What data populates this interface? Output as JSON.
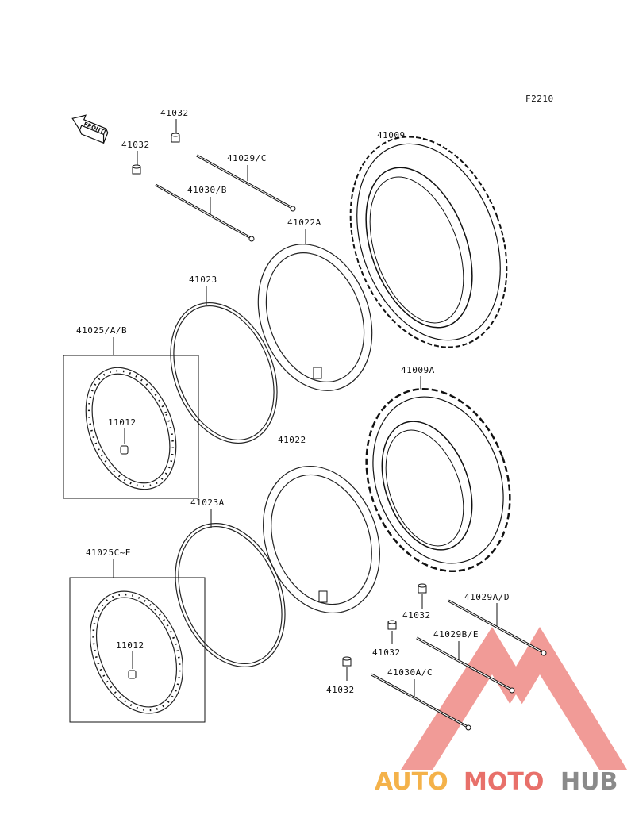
{
  "diagram_code": "F2210",
  "front_label": "FRONT",
  "labels": {
    "p41032_a": "41032",
    "p41032_b": "41032",
    "p41029c": "41029/C",
    "p41030b": "41030/B",
    "p41009": "41009",
    "p41022a": "41022A",
    "p41023": "41023",
    "p41025ab": "41025/A/B",
    "p11012_a": "11012",
    "p41009a": "41009A",
    "p41022": "41022",
    "p41023a": "41023A",
    "p41025ce": "41025C~E",
    "p11012_b": "11012",
    "p41029ad": "41029A/D",
    "p41032_c": "41032",
    "p41029be": "41029B/E",
    "p41032_d": "41032",
    "p41030ac": "41030A/C",
    "p41032_e": "41032"
  },
  "watermark": {
    "part1": "AUTO",
    "part2": "MOTO",
    "part3": "HUB"
  },
  "colors": {
    "watermark_red": "#e8706a",
    "watermark_orange": "#f4b24a",
    "watermark_gray": "#8a8a8a"
  }
}
